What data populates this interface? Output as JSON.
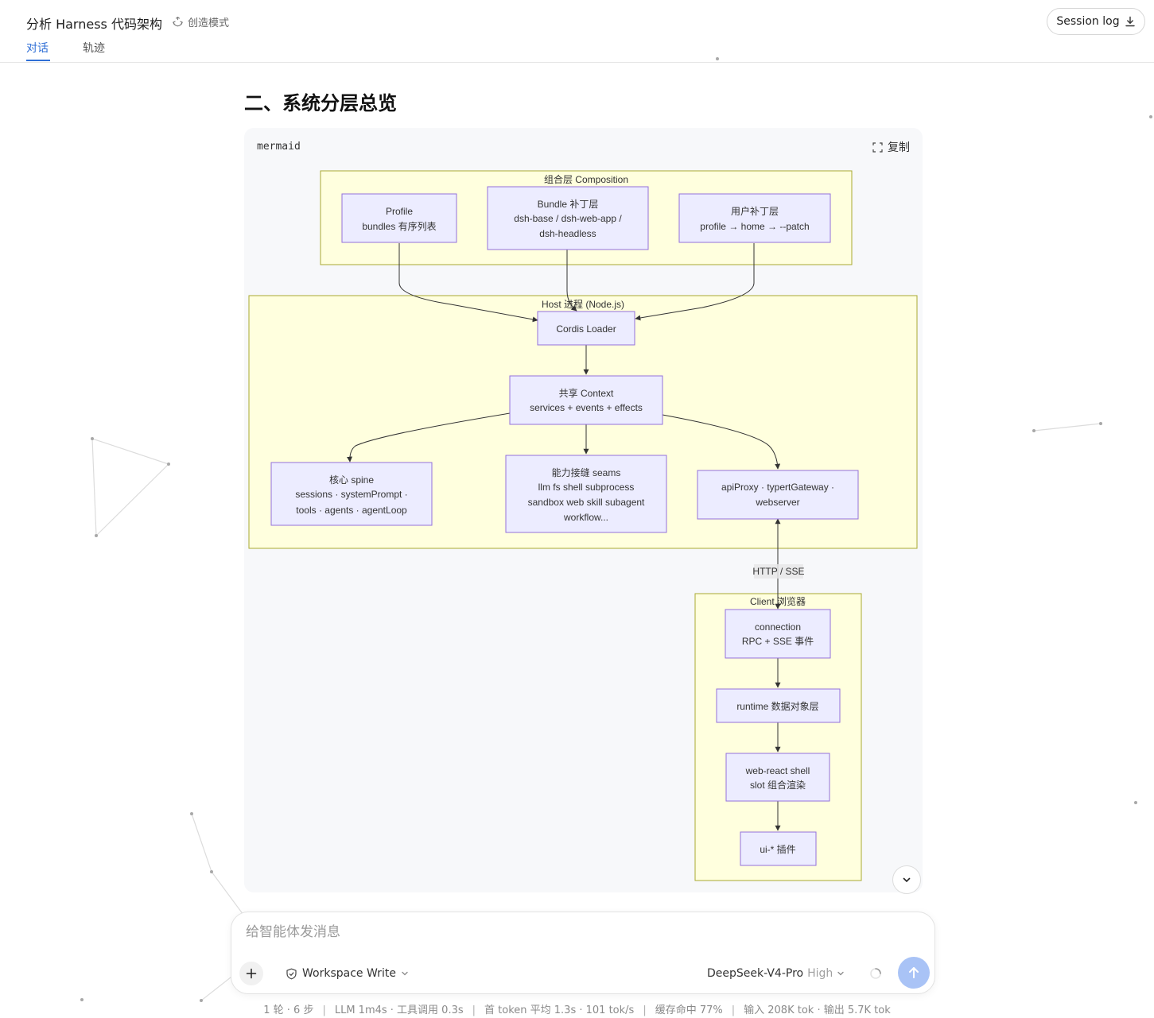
{
  "header": {
    "title": "分析 Harness 代码架构",
    "mode_label": "创造模式",
    "tabs": [
      {
        "label": "对话",
        "active": true
      },
      {
        "label": "轨迹",
        "active": false
      }
    ],
    "session_log_label": "Session log"
  },
  "content": {
    "section_heading": "二、系统分层总览",
    "code_block": {
      "language": "mermaid",
      "copy_label": "复制"
    }
  },
  "diagram": {
    "groups": {
      "composition": "组合层 Composition",
      "host": "Host 进程 (Node.js)",
      "client": "Client 浏览器"
    },
    "nodes": {
      "profile": [
        "Profile",
        "bundles 有序列表"
      ],
      "bundle": [
        "Bundle 补丁层",
        "dsh-base / dsh-web-app /",
        "dsh-headless"
      ],
      "user_patch": [
        "用户补丁层",
        "profile → home → --patch"
      ],
      "cordis": [
        "Cordis Loader"
      ],
      "context": [
        "共享 Context",
        "services + events + effects"
      ],
      "spine": [
        "核心 spine",
        "sessions · systemPrompt ·",
        "tools · agents · agentLoop"
      ],
      "seams": [
        "能力接缝 seams",
        "llm fs shell subprocess",
        "sandbox web skill subagent",
        "workflow..."
      ],
      "api": [
        "apiProxy · typertGateway ·",
        "webserver"
      ],
      "connection": [
        "connection",
        "RPC + SSE 事件"
      ],
      "runtime": [
        "runtime 数据对象层"
      ],
      "shell": [
        "web-react shell",
        "slot 组合渲染"
      ],
      "plugins": [
        "ui-* 插件"
      ]
    },
    "edge_label_http": "HTTP / SSE"
  },
  "composer": {
    "placeholder": "给智能体发消息",
    "permission_label": "Workspace Write",
    "model_name": "DeepSeek-V4-Pro",
    "model_level": "High"
  },
  "stats": [
    "1 轮 · 6 步",
    "LLM 1m4s · 工具调用 0.3s",
    "首 token 平均 1.3s · 101 tok/s",
    "缓存命中 77%",
    "输入 208K tok · 输出 5.7K tok"
  ],
  "colors": {
    "accent": "#2f6fd6",
    "node_fill": "#ececff",
    "node_stroke": "#9370db",
    "cluster_fill": "#ffffde",
    "cluster_stroke": "#aaaa33",
    "send_button": "#a9c3f6"
  },
  "icons": {
    "mode": "recycle-icon",
    "session_log": "download-icon",
    "copy": "expand-icon",
    "scroll": "chevron-down-icon",
    "add": "plus-icon",
    "permission": "shield-icon",
    "model": "chevron-down-icon",
    "status": "spinner-icon",
    "send": "arrow-up-icon"
  }
}
